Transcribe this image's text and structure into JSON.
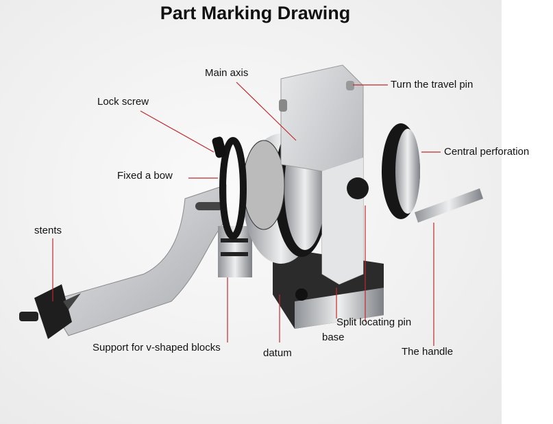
{
  "title": "Part Marking Drawing",
  "labels": {
    "main_axis": "Main axis",
    "turn_travel_pin": "Turn the travel pin",
    "lock_screw": "Lock screw",
    "central_perforation": "Central perforation",
    "fixed_bow": "Fixed a bow",
    "stents": "stents",
    "split_locating_pin": "Split locating pin",
    "base": "base",
    "support_v_blocks": "Support for v-shaped blocks",
    "datum": "datum",
    "handle": "The handle"
  },
  "colors": {
    "leader": "#c0282d",
    "metal": "#c9cbce",
    "dark": "#1b1b1b"
  }
}
